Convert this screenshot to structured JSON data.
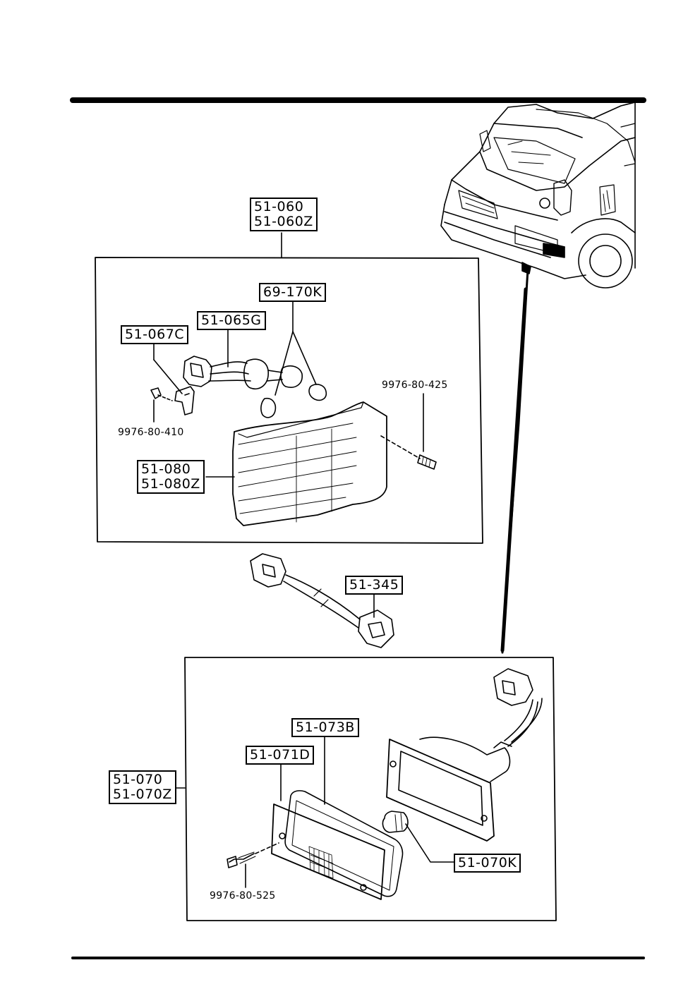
{
  "labels": {
    "p51_060": "51-060",
    "p51_060z": "51-060Z",
    "p69_170k": "69-170K",
    "p51_065g": "51-065G",
    "p51_067c": "51-067C",
    "p9976_80_425": "9976-80-425",
    "p9976_80_410": "9976-80-410",
    "p51_080": "51-080",
    "p51_080z": "51-080Z",
    "p51_345": "51-345",
    "p51_073b": "51-073B",
    "p51_071d": "51-071D",
    "p51_070": "51-070",
    "p51_070z": "51-070Z",
    "p51_070k": "51-070K",
    "p9976_80_525": "9976-80-525"
  }
}
